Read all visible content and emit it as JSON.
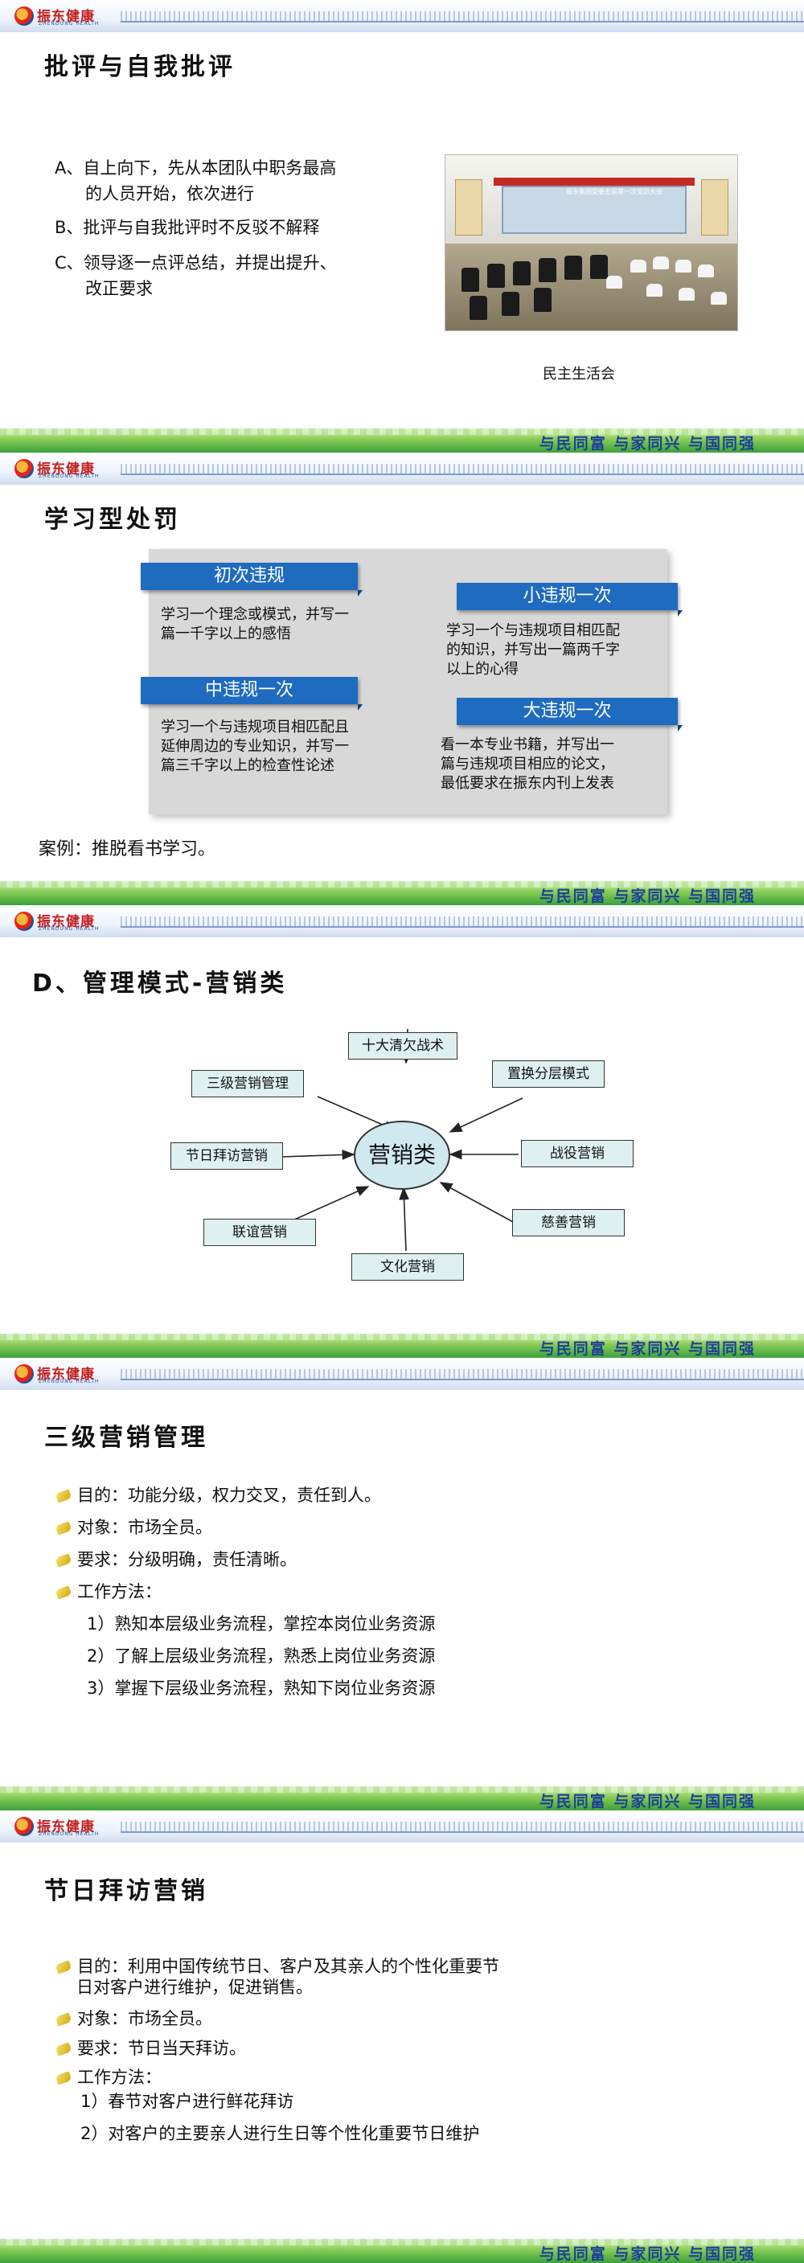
{
  "brand": {
    "logo_cn": "振东健康",
    "logo_en": "ZHENDONG HEALTH",
    "slogan": "与民同富 与家同兴 与国同强"
  },
  "slide1": {
    "title": "批评与自我批评",
    "items": [
      "A、自上向下，先从本团队中职务最高",
      "的人员开始，依次进行",
      "B、批评与自我批评时不反驳不解释",
      "C、领导逐一点评总结，并提出提升、",
      "改正要求"
    ],
    "photo_banner": "振东集团党委五届第一次党员大会",
    "caption": "民主生活会"
  },
  "slide2": {
    "title": "学习型处罚",
    "tags": [
      "初次违规",
      "小违规一次",
      "中违规一次",
      "大违规一次"
    ],
    "texts": [
      [
        "学习一个理念或模式，并写一",
        "篇一千字以上的感悟"
      ],
      [
        "学习一个与违规项目相匹配",
        "的知识，并写出一篇两千字",
        "以上的心得"
      ],
      [
        "学习一个与违规项目相匹配且",
        "延伸周边的专业知识，并写一",
        "篇三千字以上的检查性论述"
      ],
      [
        "看一本专业书籍，并写出一",
        "篇与违规项目相应的论文，",
        "最低要求在振东内刊上发表"
      ]
    ],
    "case": "案例：推脱看书学习。"
  },
  "slide3": {
    "title": "D、管理模式-营销类",
    "center": "营销类",
    "nodes": [
      "十大清欠战术",
      "三级营销管理",
      "置换分层模式",
      "节日拜访营销",
      "战役营销",
      "联谊营销",
      "慈善营销",
      "文化营销"
    ]
  },
  "slide4": {
    "title": "三级营销管理",
    "bullets": [
      "目的：功能分级，权力交叉，责任到人。",
      "对象：市场全员。",
      "要求：分级明确，责任清晰。",
      "工作方法："
    ],
    "steps": [
      "1）熟知本层级业务流程，掌控本岗位业务资源",
      "2）了解上层级业务流程，熟悉上岗位业务资源",
      "3）掌握下层级业务流程，熟知下岗位业务资源"
    ]
  },
  "slide5": {
    "title": "节日拜访营销",
    "bullets": [
      "目的：利用中国传统节日、客户及其亲人的个性化重要节",
      "日对客户进行维护，促进销售。",
      "对象：市场全员。",
      "要求：节日当天拜访。",
      "工作方法："
    ],
    "steps": [
      "1）春节对客户进行鲜花拜访",
      "2）对客户的主要亲人进行生日等个性化重要节日维护"
    ]
  }
}
